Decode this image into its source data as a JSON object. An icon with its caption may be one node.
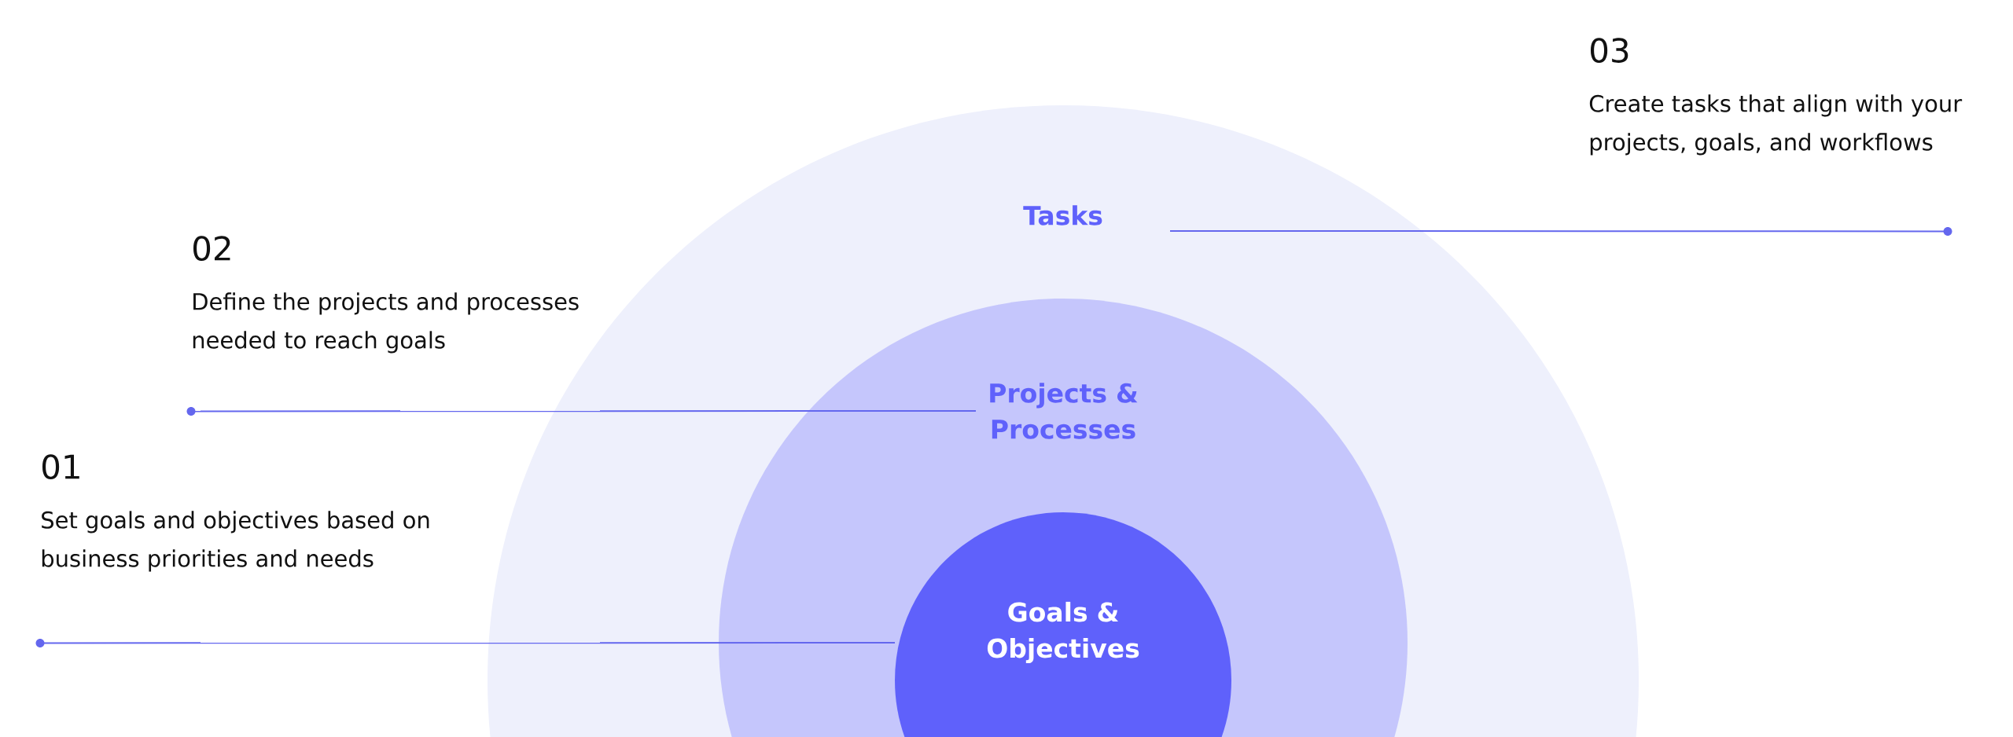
{
  "diagram": {
    "nodes": [
      {
        "text": [
          "Tasks"
        ]
      },
      {
        "text": [
          "Projects & Processes"
        ],
        "in": 0
      },
      {
        "text": [
          "Goals & Objectives"
        ],
        "in": 1
      },
      {
        "text": [
          "03",
          "Create tasks that align with your projects, goals, and workflows"
        ]
      },
      {
        "text": [
          "02",
          "Define the projects and processes needed to reach goals"
        ]
      },
      {
        "text": [
          "01",
          "Set goals and objectives based on business priorities and needs"
        ]
      }
    ],
    "edges": [
      {
        "from": 3,
        "to": 0,
        "arrow": "none"
      },
      {
        "from": 4,
        "to": 1,
        "arrow": "none"
      },
      {
        "from": 5,
        "to": 2,
        "arrow": "none"
      }
    ]
  }
}
